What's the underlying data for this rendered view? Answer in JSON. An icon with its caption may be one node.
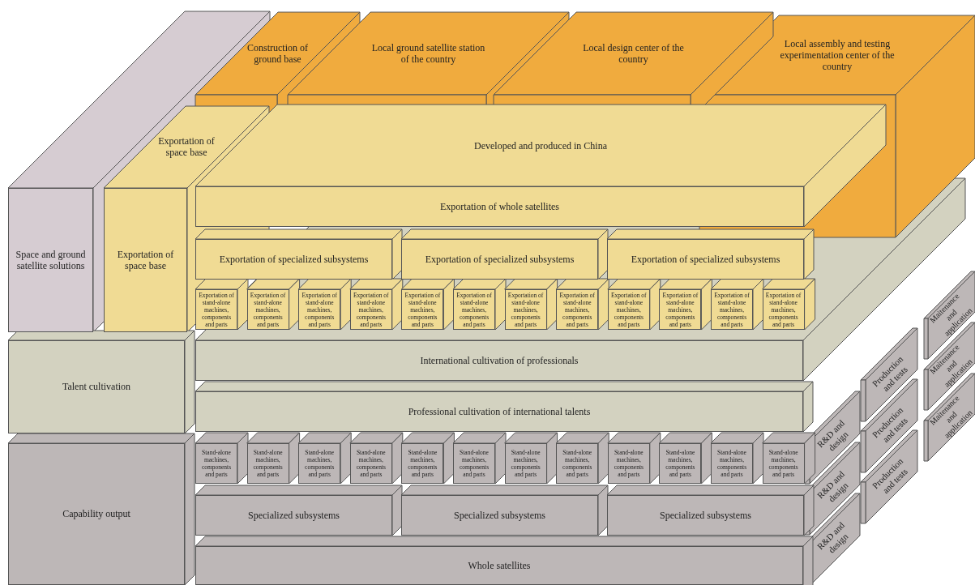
{
  "diagram": {
    "nodes": [
      {
        "text": [
          "Construction of ground base"
        ]
      },
      {
        "text": [
          "Local ground satellite station of the country"
        ]
      },
      {
        "text": [
          "Local design center of the country"
        ]
      },
      {
        "text": [
          "Local assembly and testing experimentation center of the country"
        ]
      },
      {
        "text": [
          "Space and ground satellite solutions"
        ]
      },
      {
        "text": [
          "Exportation of space base"
        ]
      },
      {
        "text": [
          "Developed and produced in China"
        ]
      },
      {
        "text": [
          "Exportation of space base"
        ]
      },
      {
        "text": [
          "Exportation of whole satellites"
        ]
      },
      {
        "text": [
          "Exportation of specialized subsystems"
        ]
      },
      {
        "text": [
          "Exportation of specialized subsystems"
        ]
      },
      {
        "text": [
          "Exportation of specialized subsystems"
        ]
      },
      {
        "text": [
          "Exportation of stand-alone machines, components and parts"
        ]
      },
      {
        "text": [
          "Exportation of stand-alone machines, components and parts"
        ]
      },
      {
        "text": [
          "Exportation of stand-alone machines, components and parts"
        ]
      },
      {
        "text": [
          "Exportation of stand-alone machines, components and parts"
        ]
      },
      {
        "text": [
          "Exportation of stand-alone machines, components and parts"
        ]
      },
      {
        "text": [
          "Exportation of stand-alone machines, components and parts"
        ]
      },
      {
        "text": [
          "Exportation of stand-alone machines, components and parts"
        ]
      },
      {
        "text": [
          "Exportation of stand-alone machines, components and parts"
        ]
      },
      {
        "text": [
          "Exportation of stand-alone machines, components and parts"
        ]
      },
      {
        "text": [
          "Exportation of stand-alone machines, components and parts"
        ]
      },
      {
        "text": [
          "Exportation of stand-alone machines, components and parts"
        ]
      },
      {
        "text": [
          "Exportation of stand-alone machines, components and parts"
        ]
      },
      {
        "text": [
          "Talent cultivation"
        ]
      },
      {
        "text": [
          "International cultivation of professionals"
        ]
      },
      {
        "text": [
          "Professional cultivation of international talents"
        ]
      },
      {
        "text": [
          "Capability output"
        ]
      },
      {
        "text": [
          "Stand-alone machines, components and parts"
        ]
      },
      {
        "text": [
          "Stand-alone machines, components and parts"
        ]
      },
      {
        "text": [
          "Stand-alone machines, components and parts"
        ]
      },
      {
        "text": [
          "Stand-alone machines, components and parts"
        ]
      },
      {
        "text": [
          "Stand-alone machines, components and parts"
        ]
      },
      {
        "text": [
          "Stand-alone machines, components and parts"
        ]
      },
      {
        "text": [
          "Stand-alone machines, components and parts"
        ]
      },
      {
        "text": [
          "Stand-alone machines, components and parts"
        ]
      },
      {
        "text": [
          "Stand-alone machines, components and parts"
        ]
      },
      {
        "text": [
          "Stand-alone machines, components and parts"
        ]
      },
      {
        "text": [
          "Stand-alone machines, components and parts"
        ]
      },
      {
        "text": [
          "Stand-alone machines, components and parts"
        ]
      },
      {
        "text": [
          "Specialized subsystems"
        ]
      },
      {
        "text": [
          "Specialized subsystems"
        ]
      },
      {
        "text": [
          "Specialized subsystems"
        ]
      },
      {
        "text": [
          "Whole satellites"
        ]
      },
      {
        "text": [
          "R&D and design"
        ]
      },
      {
        "text": [
          "R&D and design"
        ]
      },
      {
        "text": [
          "R&D and design"
        ]
      },
      {
        "text": [
          "Production and tests"
        ]
      },
      {
        "text": [
          "Production and tests"
        ]
      },
      {
        "text": [
          "Production and tests"
        ]
      },
      {
        "text": [
          "Maitenance and application"
        ]
      },
      {
        "text": [
          "Maitenance and application"
        ]
      },
      {
        "text": [
          "Maitenance and application"
        ]
      }
    ]
  }
}
